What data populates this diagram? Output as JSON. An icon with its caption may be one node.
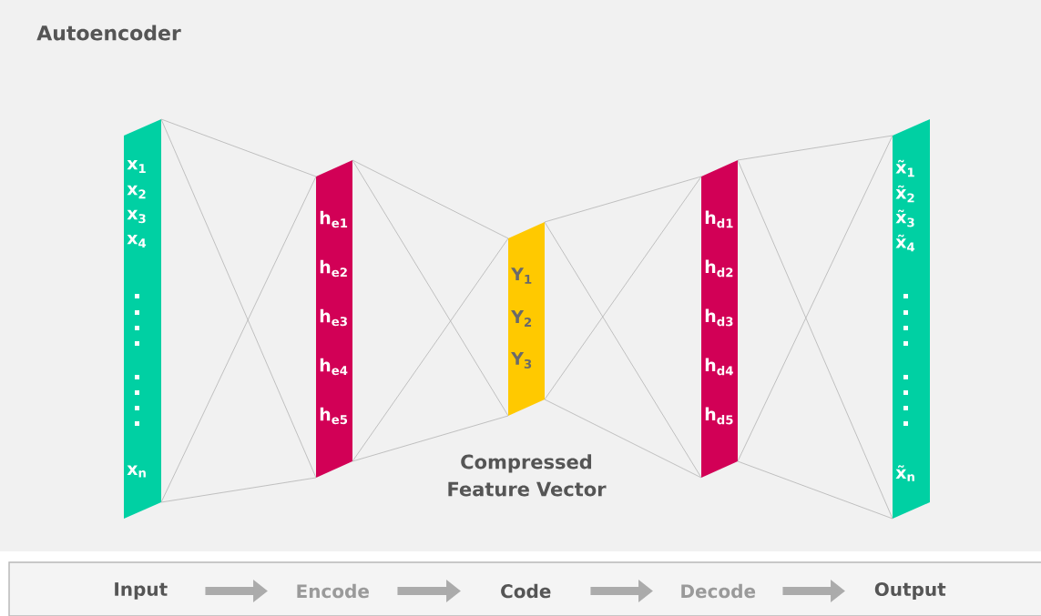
{
  "diagram": {
    "title": "Autoencoder",
    "nodes": [
      {
        "text": [
          "x$_{1}$",
          "x$_{2}$",
          "x$_{3}$",
          "x$_{4}$",
          "x$_{n}$"
        ]
      },
      {
        "text": [
          "h$_{e1}$",
          "h$_{e2}$",
          "h$_{e3}$",
          "h$_{e4}$",
          "h$_{e5}$"
        ]
      },
      {
        "text": [
          "Y$_{1}$",
          "Y$_{2}$",
          "Y$_{3}$"
        ],
        "beside": [
          "Compressed Feature Vector"
        ]
      },
      {
        "text": [
          "h$_{d1}$",
          "h$_{d2}$",
          "h$_{d3}$",
          "h$_{d4}$",
          "h$_{d5}$"
        ]
      },
      {
        "text": [
          "x̃$_{1}$",
          "x̃$_{2}$",
          "x̃$_{3}$",
          "x̃$_{4}$",
          "x̃$_{n}$"
        ]
      },
      {
        "text": [],
        "shape": "box"
      },
      {
        "text": [
          "Input"
        ],
        "in": 5
      },
      {
        "text": [
          "Encode"
        ],
        "in": 5
      },
      {
        "text": [
          "Code"
        ],
        "in": 5
      },
      {
        "text": [
          "Decode"
        ],
        "in": 5
      },
      {
        "text": [
          "Output"
        ],
        "in": 5
      }
    ],
    "edges": [
      {
        "from": 0,
        "to": 1,
        "arrow": "none"
      },
      {
        "from": 0,
        "to": 1,
        "arrow": "none"
      },
      {
        "from": 0,
        "to": 1,
        "arrow": "none"
      },
      {
        "from": 0,
        "to": 1,
        "arrow": "none"
      },
      {
        "from": 1,
        "to": 2,
        "arrow": "none"
      },
      {
        "from": 1,
        "to": 2,
        "arrow": "none"
      },
      {
        "from": 1,
        "to": 2,
        "arrow": "none"
      },
      {
        "from": 1,
        "to": 2,
        "arrow": "none"
      },
      {
        "from": 2,
        "to": 3,
        "arrow": "none"
      },
      {
        "from": 2,
        "to": 3,
        "arrow": "none"
      },
      {
        "from": 2,
        "to": 3,
        "arrow": "none"
      },
      {
        "from": 2,
        "to": 3,
        "arrow": "none"
      },
      {
        "from": 3,
        "to": 4,
        "arrow": "none"
      },
      {
        "from": 3,
        "to": 4,
        "arrow": "none"
      },
      {
        "from": 3,
        "to": 4,
        "arrow": "none"
      },
      {
        "from": 3,
        "to": 4,
        "arrow": "none"
      },
      {
        "from": 6,
        "to": 7,
        "arrow": "to",
        "style": "thick"
      },
      {
        "from": 7,
        "to": 8,
        "arrow": "to",
        "style": "thick"
      },
      {
        "from": 8,
        "to": 9,
        "arrow": "to",
        "style": "thick"
      },
      {
        "from": 9,
        "to": 10,
        "arrow": "to",
        "style": "thick"
      }
    ]
  }
}
